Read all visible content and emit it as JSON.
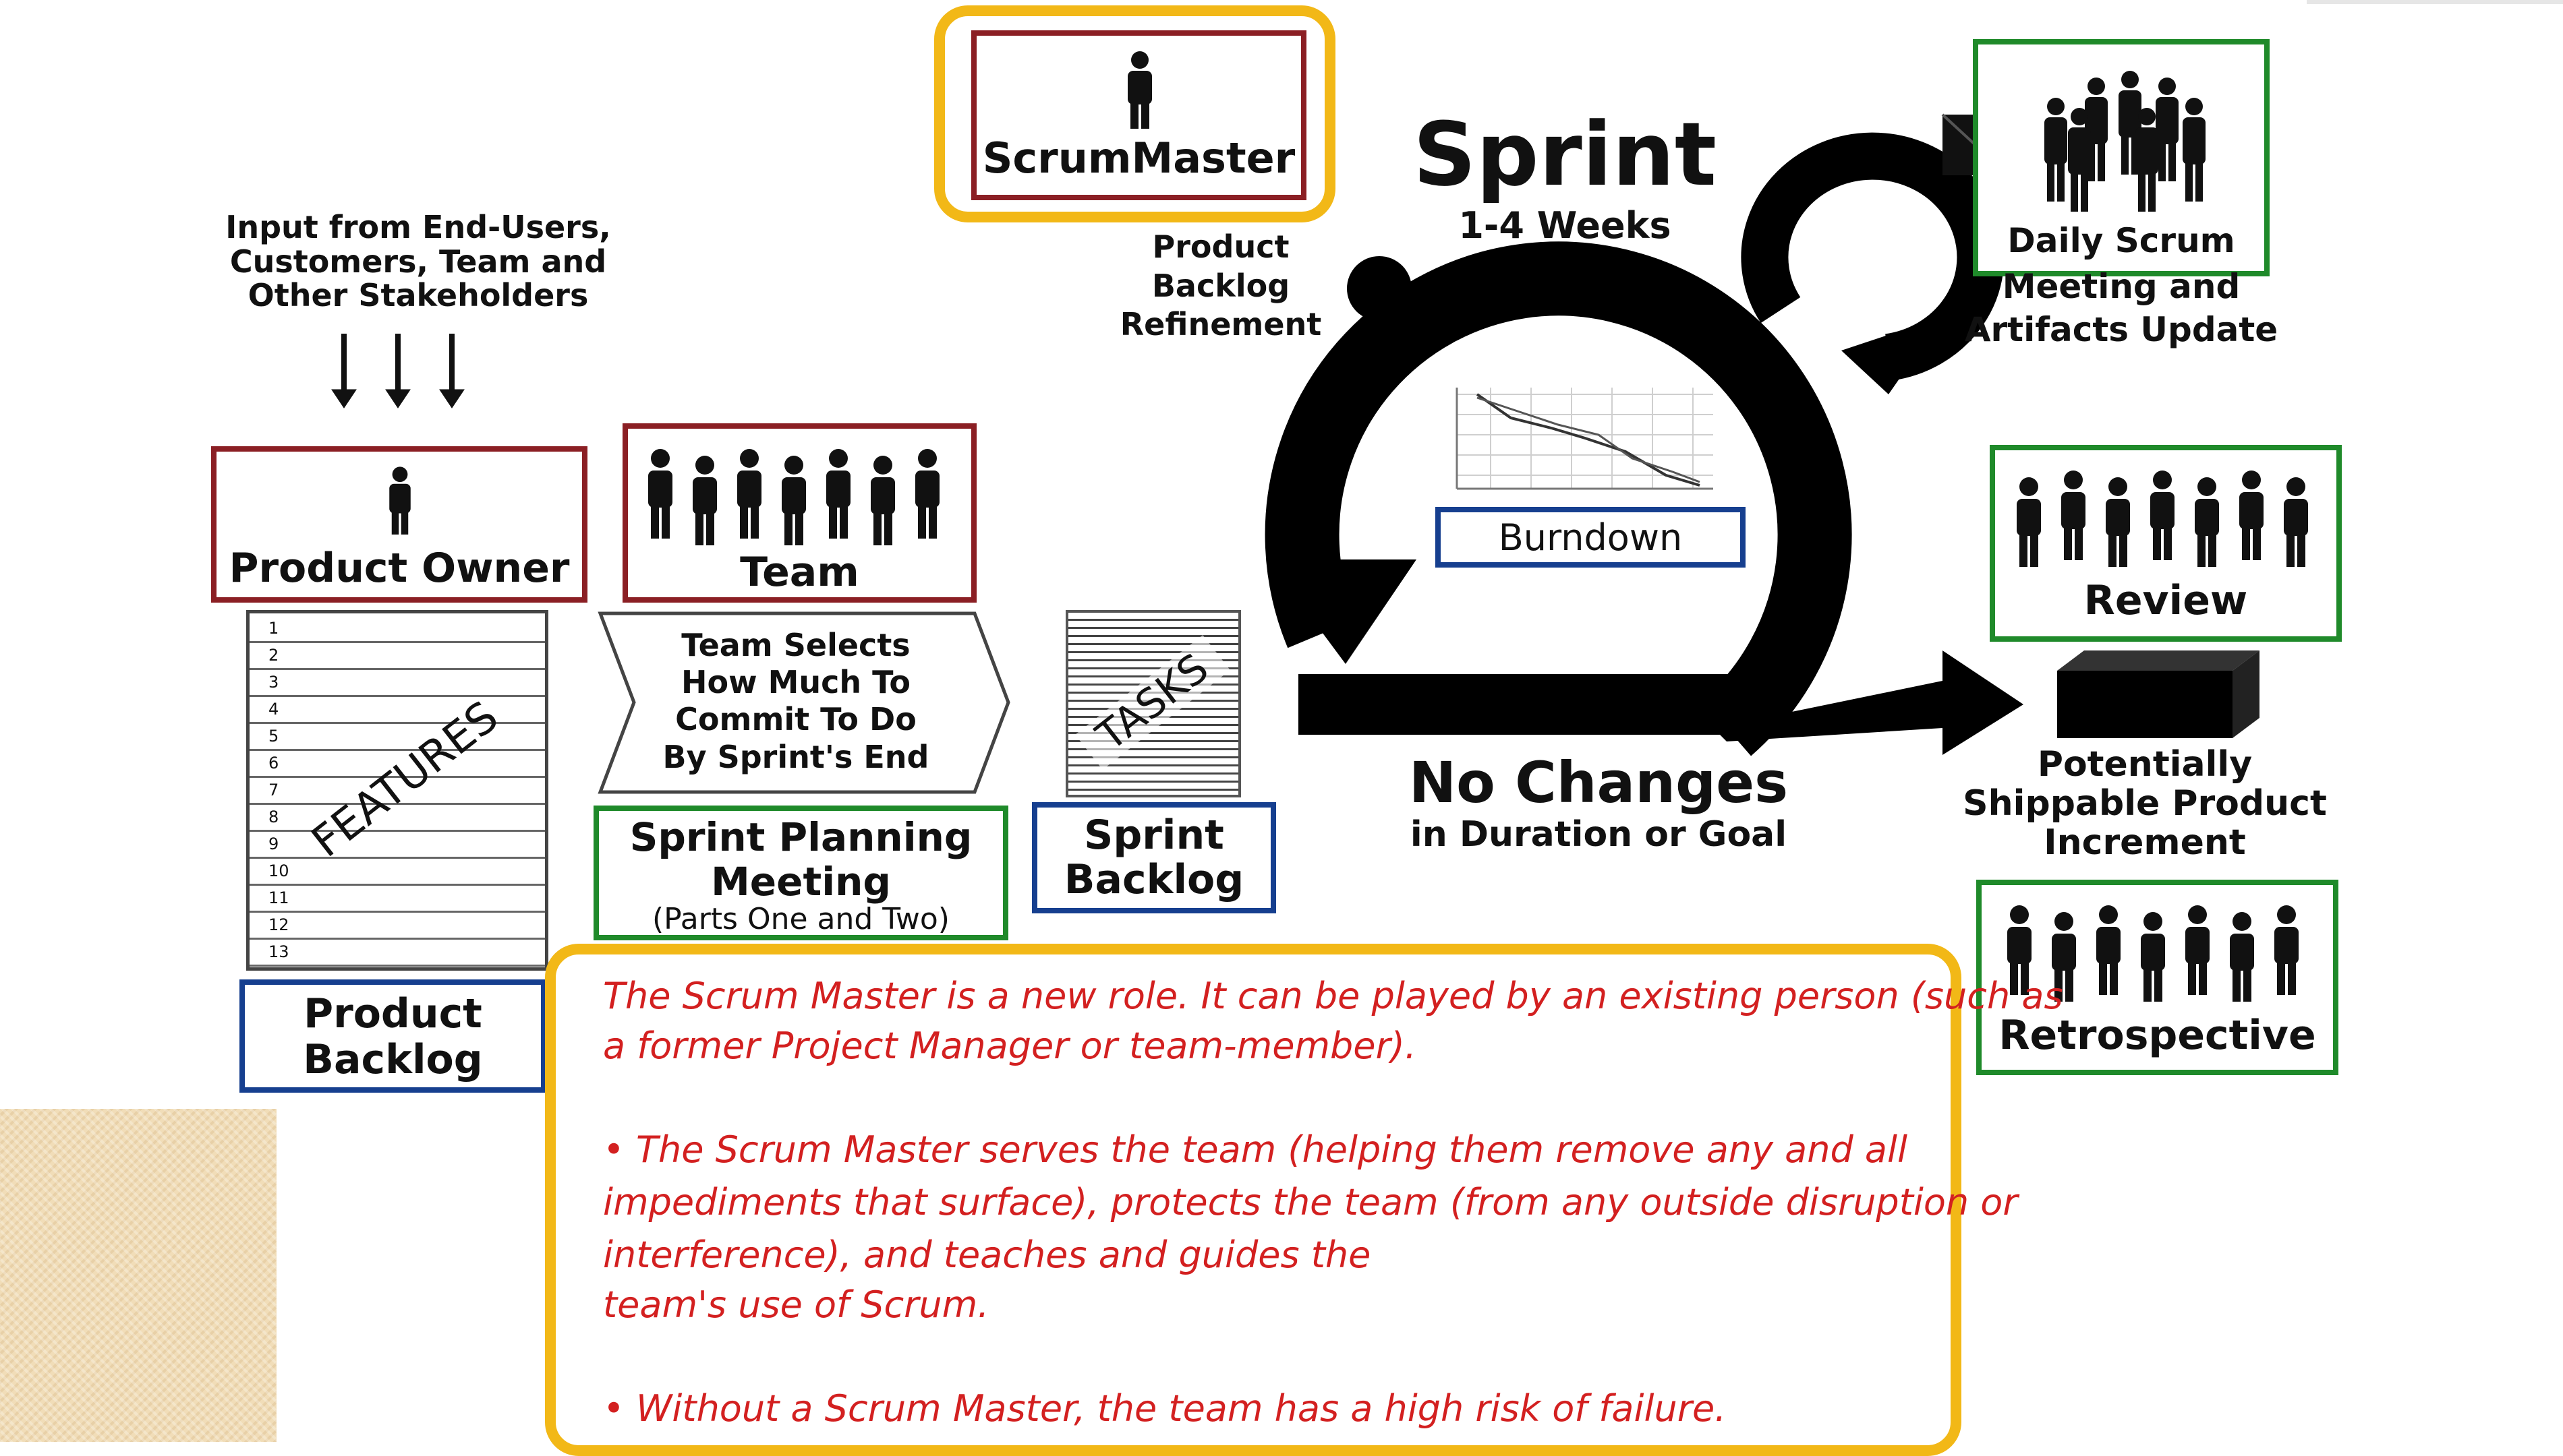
{
  "input_text": [
    "Input from End-Users,",
    "Customers, Team and",
    "Other Stakeholders"
  ],
  "scrum_master": {
    "label": "ScrumMaster"
  },
  "product_owner": {
    "label": "Product Owner"
  },
  "team": {
    "label": "Team"
  },
  "team_selects": [
    "Team Selects",
    "How Much To",
    "Commit To Do",
    "By Sprint's End"
  ],
  "sprint_planning": {
    "line1": "Sprint Planning",
    "line2": "Meeting",
    "line3": "(Parts One and Two)"
  },
  "features_label": "FEATURES",
  "feature_numbers": [
    "1",
    "2",
    "3",
    "4",
    "5",
    "6",
    "7",
    "8",
    "9",
    "10",
    "11",
    "12",
    "13"
  ],
  "product_backlog": {
    "line1": "Product",
    "line2": "Backlog"
  },
  "tasks_label": "TASKS",
  "sprint_backlog": {
    "line1": "Sprint",
    "line2": "Backlog"
  },
  "refinement": [
    "Product",
    "Backlog",
    "Refinement"
  ],
  "sprint": {
    "title": "Sprint",
    "duration": "1-4 Weeks"
  },
  "burndown": {
    "label": "Burndown"
  },
  "no_changes": {
    "title": "No Changes",
    "subtitle": "in Duration or Goal"
  },
  "daily_scrum": {
    "line1": "Daily Scrum",
    "line2": "Meeting and",
    "line3": "Artifacts Update"
  },
  "review": {
    "label": "Review"
  },
  "increment": [
    "Potentially",
    "Shippable Product",
    "Increment"
  ],
  "retrospective": {
    "label": "Retrospective"
  },
  "note": {
    "lines": [
      "The Scrum Master is a new role. It can be played by an existing person (such as",
      "a former Project Manager or team-member).",
      "• The Scrum Master serves the team (helping them remove any and all",
      "impediments that surface), protects the team (from any outside disruption or",
      "interference), and teaches and guides the",
      "team's use of Scrum.",
      "• Without a Scrum Master, the team has a high risk of failure."
    ]
  },
  "colors": {
    "highlight": "#f2b817",
    "role_border": "#8b1f24",
    "event_border": "#1f8a2a",
    "artifact_border": "#163f8f",
    "note_text": "#d32020",
    "corner_tile": "#f1ddb8"
  },
  "icons": [
    "person-icon",
    "people-group-icon",
    "down-arrow-icon",
    "cycle-arrow-icon",
    "right-arrow-icon",
    "envelope-icon",
    "product-box-icon",
    "burndown-chart-icon"
  ]
}
